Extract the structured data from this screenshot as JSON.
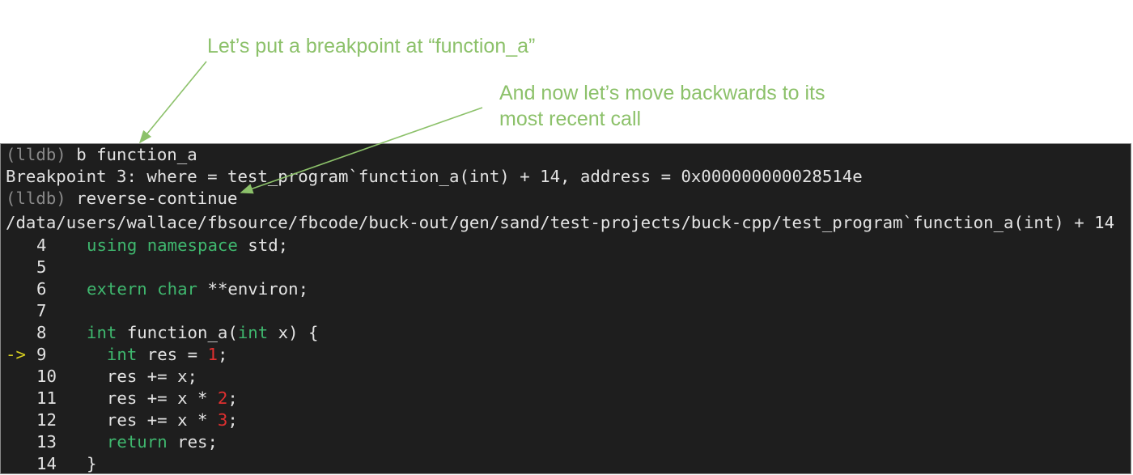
{
  "annotations": {
    "note1": "Let’s put a breakpoint at “function_a”",
    "note2_line1": "And now let’s move backwards to its",
    "note2_line2": "most recent call"
  },
  "terminal": {
    "prompt": "(lldb)",
    "cmd1": " b function_a",
    "output1": "Breakpoint 3: where = test_program`function_a(int) + 14, address = 0x000000000028514e",
    "cmd2": " reverse-continue",
    "location": "/data/users/wallace/fbsource/fbcode/buck-out/gen/sand/test-projects/buck-cpp/test_program`function_a(int) + 14",
    "current_marker": "->",
    "source": [
      {
        "num": "4",
        "segs": [
          [
            "kw",
            "using namespace"
          ],
          [
            "",
            "std;"
          ]
        ]
      },
      {
        "num": "5",
        "segs": []
      },
      {
        "num": "6",
        "segs": [
          [
            "kw",
            "extern char"
          ],
          [
            "",
            "**environ;"
          ]
        ]
      },
      {
        "num": "7",
        "segs": []
      },
      {
        "num": "8",
        "segs": [
          [
            "kw",
            "int"
          ],
          [
            "",
            " function_a("
          ],
          [
            "kw",
            "int"
          ],
          [
            "",
            " x) {"
          ]
        ]
      },
      {
        "num": "9",
        "segs": [
          [
            "",
            "  "
          ],
          [
            "kw",
            "int"
          ],
          [
            "",
            " res = "
          ],
          [
            "num",
            "1"
          ],
          [
            "",
            ";"
          ]
        ]
      },
      {
        "num": "10",
        "segs": [
          [
            "",
            "  res += x;"
          ]
        ]
      },
      {
        "num": "11",
        "segs": [
          [
            "",
            "  res += x * "
          ],
          [
            "num",
            "2"
          ],
          [
            "",
            ";"
          ]
        ]
      },
      {
        "num": "12",
        "segs": [
          [
            "",
            "  res += x * "
          ],
          [
            "num",
            "3"
          ],
          [
            "",
            ";"
          ]
        ]
      },
      {
        "num": "13",
        "segs": [
          [
            "",
            "  "
          ],
          [
            "kw",
            "return"
          ],
          [
            "",
            " res;"
          ]
        ]
      },
      {
        "num": "14",
        "segs": [
          [
            "",
            "}"
          ]
        ]
      }
    ],
    "current_line": "9"
  }
}
